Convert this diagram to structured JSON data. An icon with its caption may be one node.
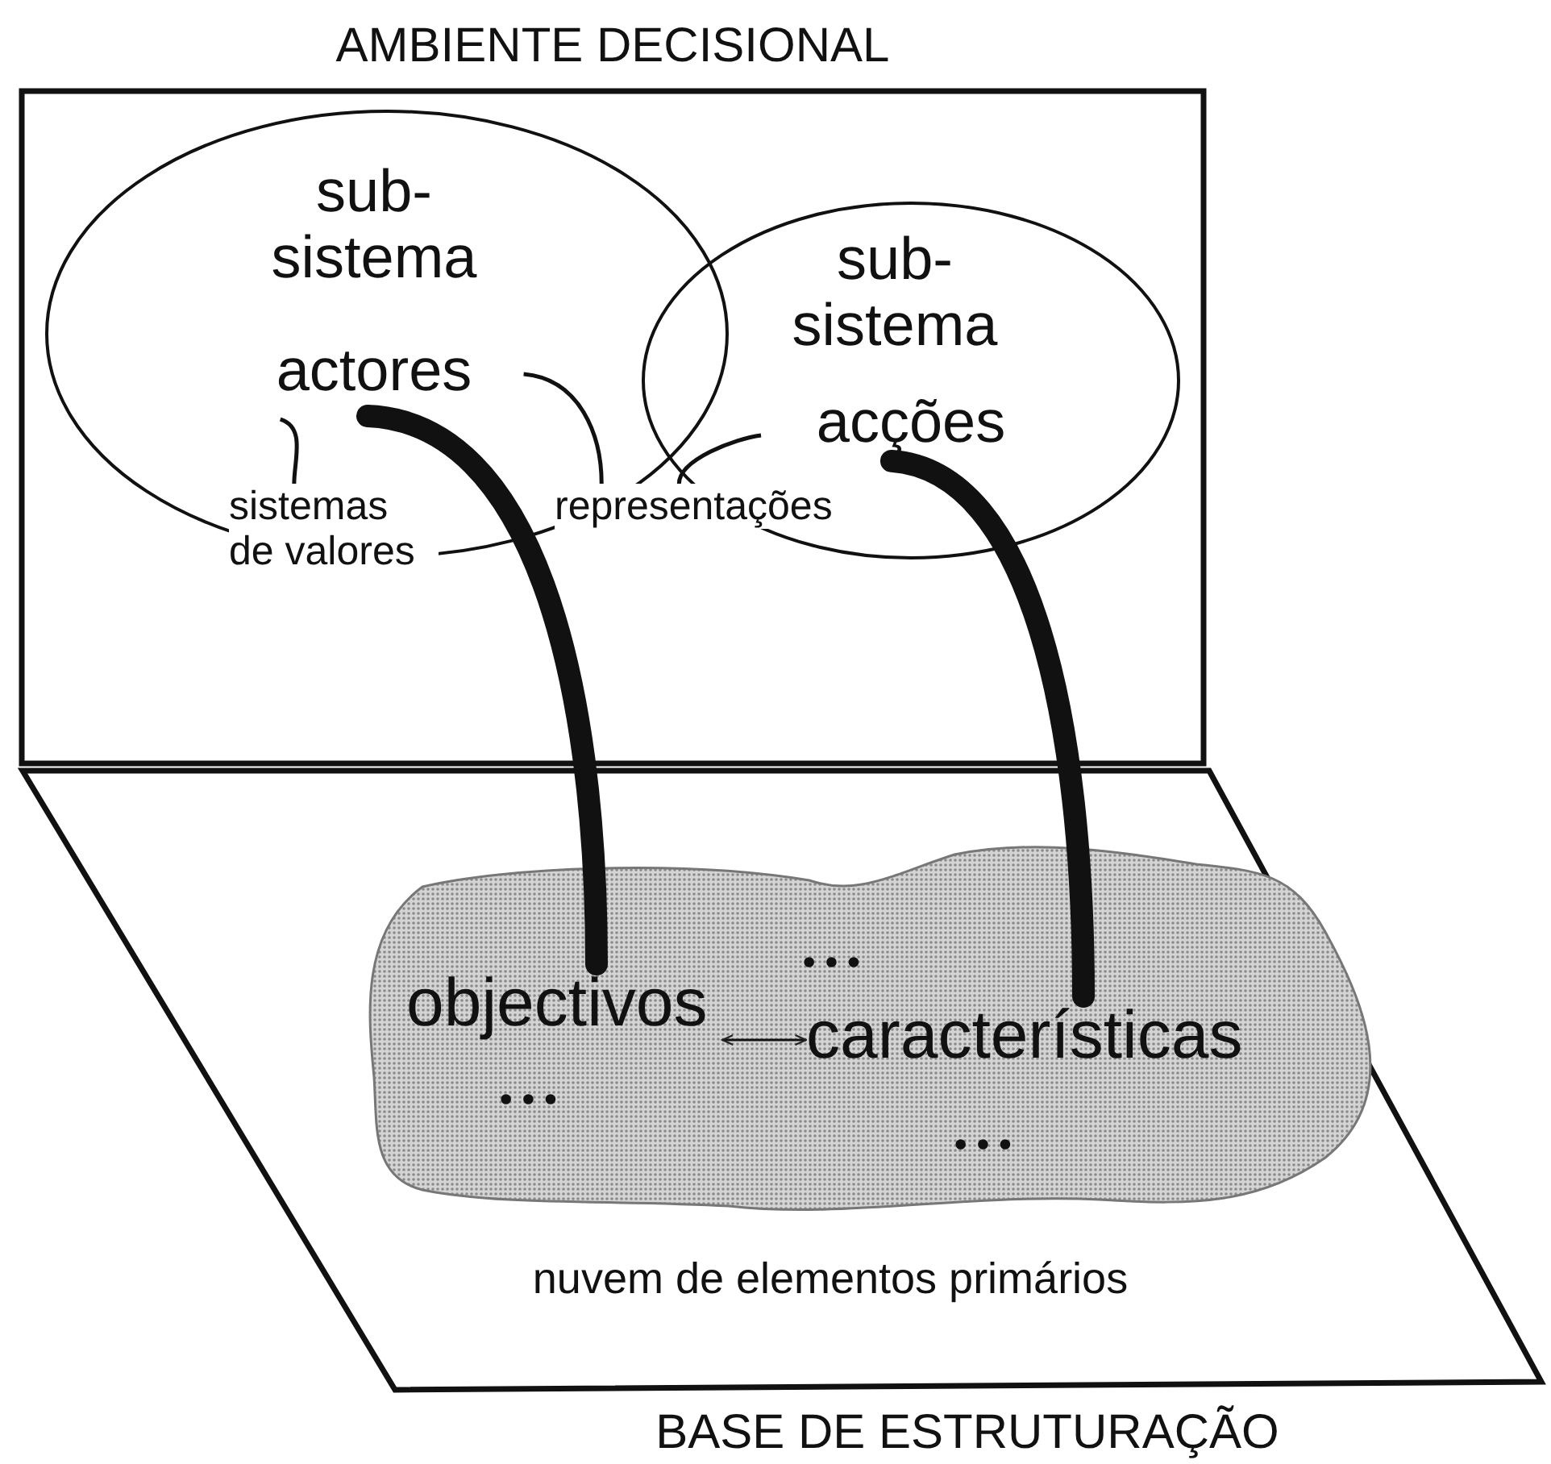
{
  "diagram": {
    "nodes": [
      {
        "text": [
          "AMBIENTE DECISIONAL"
        ]
      },
      {
        "text": [
          "sub- sistema",
          "actores"
        ],
        "in": 0
      },
      {
        "text": [
          "sub- sistema",
          "acções"
        ],
        "in": 0
      },
      {
        "text": [
          "BASE DE ESTRUTURAÇÃO"
        ]
      },
      {
        "text": [],
        "shape": "cloud",
        "in": 3,
        "beside": [
          "nuvem de elementos primários"
        ]
      },
      {
        "text": [
          "objectivos"
        ],
        "in": 4
      },
      {
        "text": [
          "características"
        ],
        "in": 4
      },
      {
        "text": [
          "sistemas de valores"
        ],
        "in": 0
      },
      {
        "text": [
          "representações"
        ],
        "in": 0
      }
    ],
    "edges": [
      {
        "from": 1,
        "to": 5,
        "arrow": "none",
        "style": "thick"
      },
      {
        "from": 2,
        "to": 6,
        "arrow": "none",
        "style": "thick"
      },
      {
        "from": 7,
        "to": 1,
        "arrow": "none"
      },
      {
        "from": 8,
        "to": 1,
        "arrow": "none"
      },
      {
        "from": 8,
        "to": 2,
        "arrow": "none"
      },
      {
        "from": 5,
        "to": 6,
        "arrow": "both"
      }
    ],
    "labels": [
      "• • •",
      "• • •",
      "• • •"
    ]
  }
}
